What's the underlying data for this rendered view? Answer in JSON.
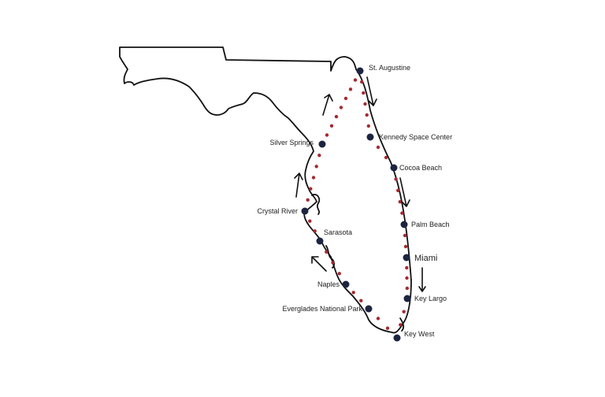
{
  "map": {
    "colors": {
      "outline": "#111111",
      "stop": "#1c2540",
      "route_dot": "#a52a30",
      "text": "#222222"
    },
    "stops": [
      {
        "id": "st-augustine",
        "name": "St. Augustine"
      },
      {
        "id": "kennedy-space-center",
        "name": "Kennedy Space Center"
      },
      {
        "id": "cocoa-beach",
        "name": "Cocoa Beach"
      },
      {
        "id": "palm-beach",
        "name": "Palm Beach"
      },
      {
        "id": "miami",
        "name": "Miami"
      },
      {
        "id": "key-largo",
        "name": "Key Largo"
      },
      {
        "id": "key-west",
        "name": "Key West"
      },
      {
        "id": "everglades-national-park",
        "name": "Everglades National Park"
      },
      {
        "id": "naples",
        "name": "Naples"
      },
      {
        "id": "sarasota",
        "name": "Sarasota"
      },
      {
        "id": "crystal-river",
        "name": "Crystal River"
      },
      {
        "id": "silver-springs",
        "name": "Silver Springs"
      }
    ]
  }
}
